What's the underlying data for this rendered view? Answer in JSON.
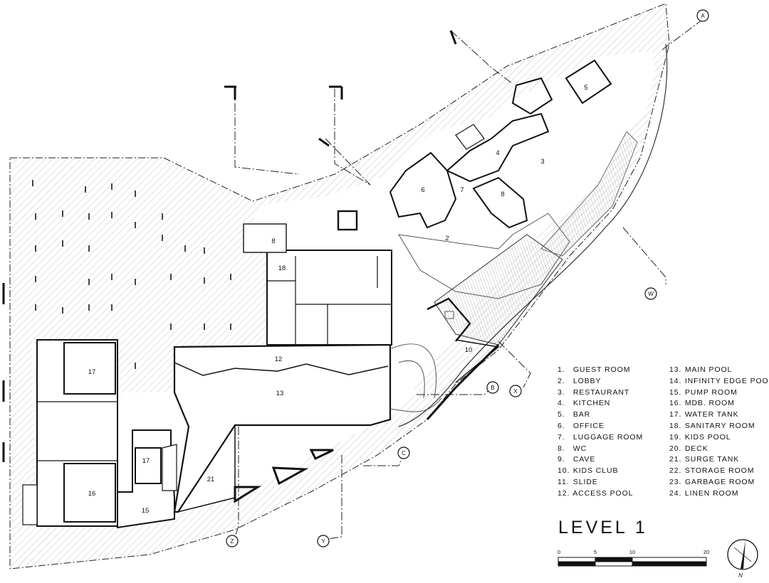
{
  "level_title": "LEVEL 1",
  "legend": {
    "left": [
      {
        "num": "1.",
        "label": "GUEST ROOM"
      },
      {
        "num": "2.",
        "label": "LOBBY"
      },
      {
        "num": "3.",
        "label": "RESTAURANT"
      },
      {
        "num": "4.",
        "label": "KITCHEN"
      },
      {
        "num": "5.",
        "label": "BAR"
      },
      {
        "num": "6.",
        "label": "OFFICE"
      },
      {
        "num": "7.",
        "label": "LUGGAGE ROOM"
      },
      {
        "num": "8.",
        "label": "WC"
      },
      {
        "num": "9.",
        "label": "CAVE"
      },
      {
        "num": "10.",
        "label": "KIDS CLUB"
      },
      {
        "num": "11.",
        "label": "SLIDE"
      },
      {
        "num": "12.",
        "label": "ACCESS POOL"
      }
    ],
    "right": [
      {
        "num": "13.",
        "label": "MAIN POOL"
      },
      {
        "num": "14.",
        "label": "INFINITY EDGE POOL"
      },
      {
        "num": "15.",
        "label": "PUMP ROOM"
      },
      {
        "num": "16.",
        "label": "MDB. ROOM"
      },
      {
        "num": "17.",
        "label": "WATER TANK"
      },
      {
        "num": "18.",
        "label": "SANITARY ROOM"
      },
      {
        "num": "19.",
        "label": "KIDS POOL"
      },
      {
        "num": "20.",
        "label": "DECK"
      },
      {
        "num": "21.",
        "label": "SURGE TANK"
      },
      {
        "num": "22.",
        "label": "STORAGE ROOM"
      },
      {
        "num": "23.",
        "label": "GARBAGE ROOM"
      },
      {
        "num": "24.",
        "label": "LINEN ROOM"
      }
    ]
  },
  "room_numbers": {
    "r2": "2",
    "r3": "3",
    "r4": "4",
    "r5": "5",
    "r6": "6",
    "r7": "7",
    "r8a": "8",
    "r8b": "8",
    "r10": "10",
    "r12": "12",
    "r13": "13",
    "r15": "15",
    "r16": "16",
    "r17a": "17",
    "r17b": "17",
    "r18": "18",
    "r21": "21"
  },
  "section_markers": {
    "a": "A",
    "b": "B",
    "c": "C",
    "w": "W",
    "x": "X",
    "y": "Y",
    "z": "Z"
  },
  "scale_bar": {
    "t0": "0",
    "t5": "5",
    "t10": "10",
    "t20": "20"
  },
  "north_label": "N"
}
